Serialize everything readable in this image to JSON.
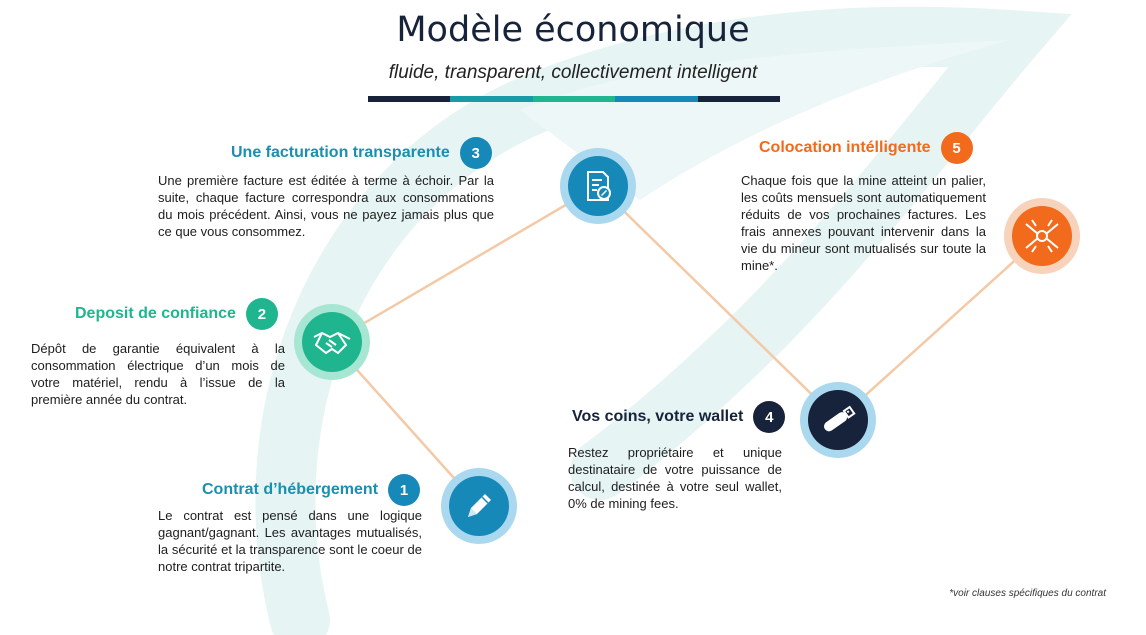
{
  "title": "Modèle économique",
  "subtitle": "fluide, transparent, collectivement intelligent",
  "colors": {
    "dark": "#16233a",
    "teal": "#1a9aa8",
    "green": "#1fb68f",
    "blue": "#1789b8",
    "orange": "#f26a1b",
    "halo": "#a9d8ef",
    "connector": "#f3c9a6"
  },
  "steps": [
    {
      "number": "1",
      "title": "Contrat d’hébergement",
      "icon": "pencil-icon",
      "text": "Le contrat est pensé dans une logique gagnant/gagnant. Les avantages mutualisés, la sécurité et la transparence sont le coeur de notre contrat tripartite."
    },
    {
      "number": "2",
      "title": "Deposit de confiance",
      "icon": "handshake-icon",
      "text": "Dépôt de garantie équivalent à la consommation électrique d’un mois de votre matériel, rendu à l’issue de la première année du contrat."
    },
    {
      "number": "3",
      "title": "Une facturation transparente",
      "icon": "invoice-icon",
      "text": "Une première facture est éditée à terme à échoir. Par la suite, chaque facture correspondra aux consommations du mois précédent. Ainsi, vous ne payez jamais plus que ce que vous consommez."
    },
    {
      "number": "4",
      "title": "Vos coins, votre wallet",
      "icon": "usb-wallet-icon",
      "text": "Restez propriétaire et unique destinataire de votre puissance de calcul, destinée à votre seul wallet, 0% de mining fees."
    },
    {
      "number": "5",
      "title": "Colocation intélligente",
      "icon": "teamwork-hands-icon",
      "text": "Chaque fois que la mine atteint un palier, les coûts mensuels sont automatiquement réduits de vos prochaines factures. Les frais annexes pouvant intervenir dans la vie du mineur sont mutualisés sur toute la mine*."
    }
  ],
  "footnote": "*voir clauses spécifiques du contrat"
}
